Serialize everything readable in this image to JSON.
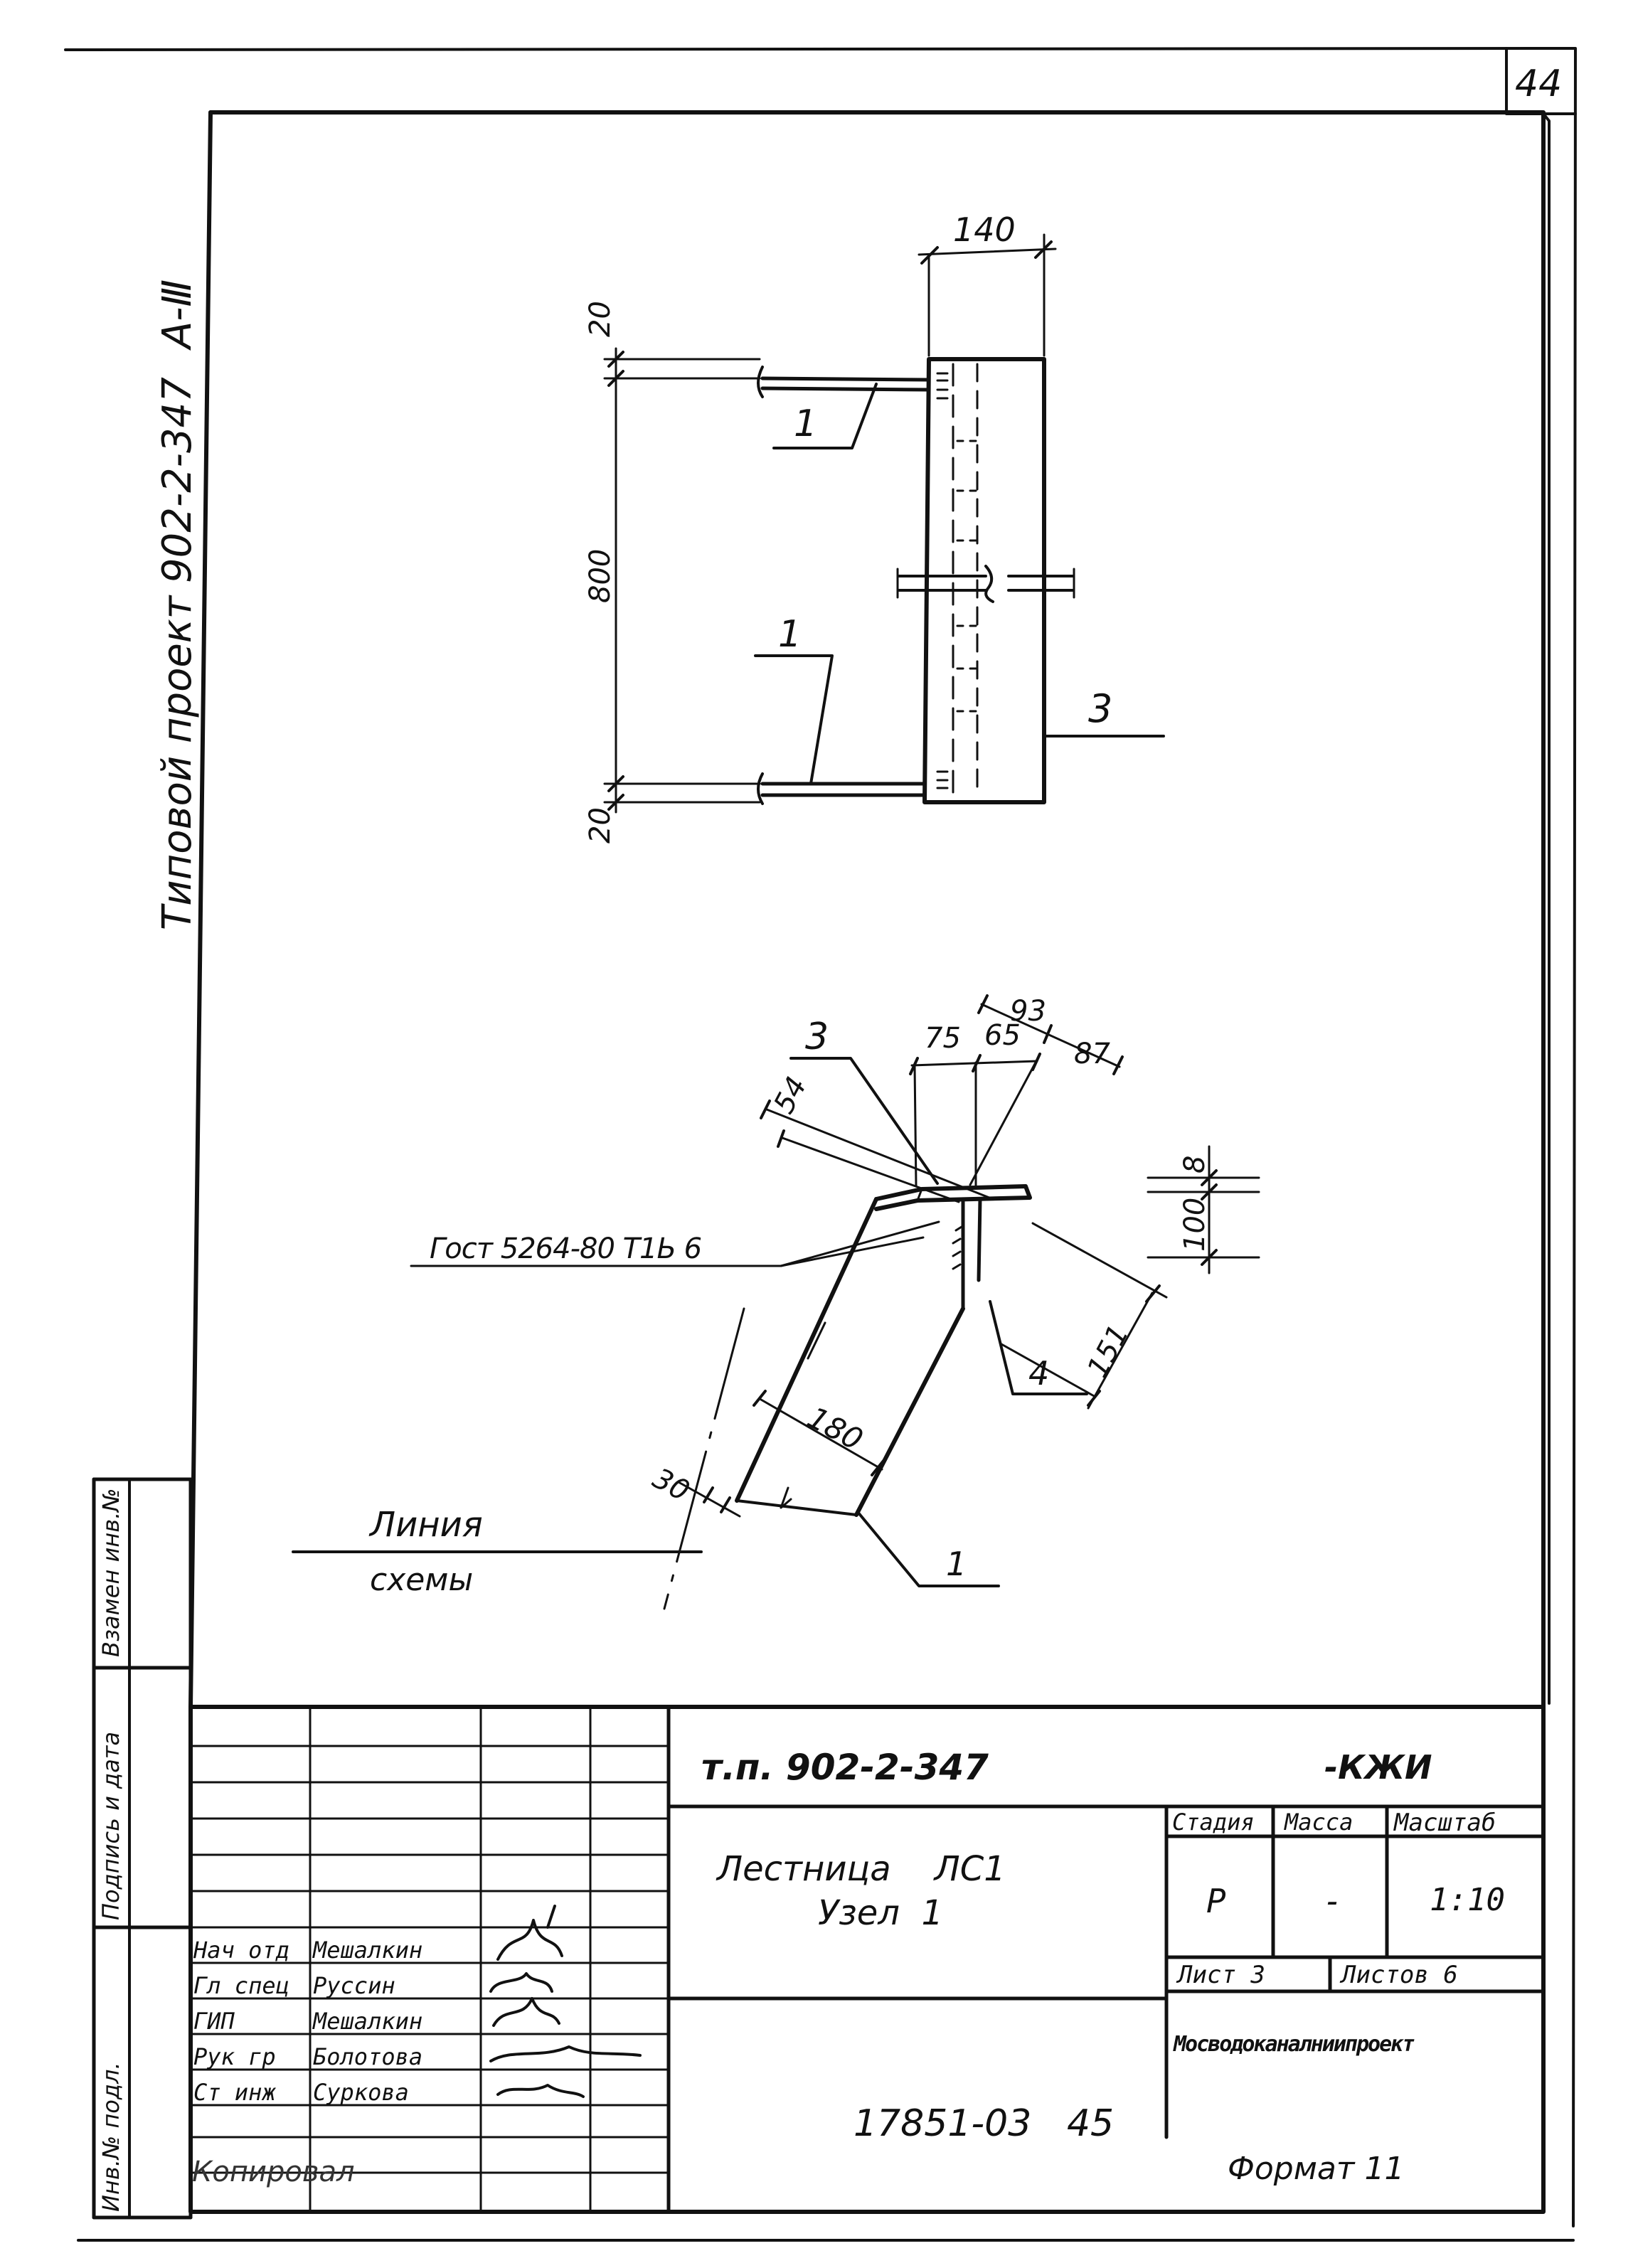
{
  "sheet_number": "44",
  "project_vertical": "Типовой проект 902-2-347",
  "album_vertical": "А-Ⅲ",
  "dims": {
    "top_width": "140",
    "top_offset_upper": "20",
    "top_height": "800",
    "top_offset_lower": "20",
    "node_75": "75",
    "node_65": "65",
    "node_93": "93",
    "node_87": "87",
    "node_54": "54",
    "node_8": "8",
    "node_100": "100",
    "node_151": "151",
    "node_180": "180",
    "node_30": "30"
  },
  "callouts": {
    "top_1a": "1",
    "top_1b": "1",
    "top_3": "3",
    "node_3": "3",
    "node_4": "4",
    "node_1": "1"
  },
  "weld_note": "Гост 5264-80 Т1Ь 6",
  "scheme_line": [
    "Линия",
    "схемы"
  ],
  "side_stamp": {
    "col1": "Взамен инв.№",
    "col2": "Подпись и дата",
    "col3": "Инв.№ подл."
  },
  "title_block": {
    "code": "т.п. 902-2-347",
    "suffix": "-КЖИ",
    "name_line1": "Лестница    ЛС1",
    "name_line2": "Узел  1",
    "headers": {
      "stage": "Стадия",
      "mass": "Масса",
      "scale": "Масштаб"
    },
    "values": {
      "stage": "Р",
      "mass": "-",
      "scale": "1:10"
    },
    "sheet_label": "Лист 3",
    "sheets_label": "Листов 6",
    "organization": "Мосводоканалниипроект",
    "personnel": [
      {
        "role": "Нач отд",
        "name": "Мешалкин",
        "sign": "Мш"
      },
      {
        "role": "Гл спец",
        "name": "Руссин",
        "sign": "Рус"
      },
      {
        "role": "ГИП",
        "name": "Мешалкин",
        "sign": "Мш"
      },
      {
        "role": "Рук гр",
        "name": "Болотова",
        "sign": "Бол"
      },
      {
        "role": "Ст инж",
        "name": "Суркова",
        "sign": "Сур"
      }
    ]
  },
  "footer": {
    "copied": "Копировал",
    "inventory": "17851-03   45",
    "format": "Формат 11"
  }
}
